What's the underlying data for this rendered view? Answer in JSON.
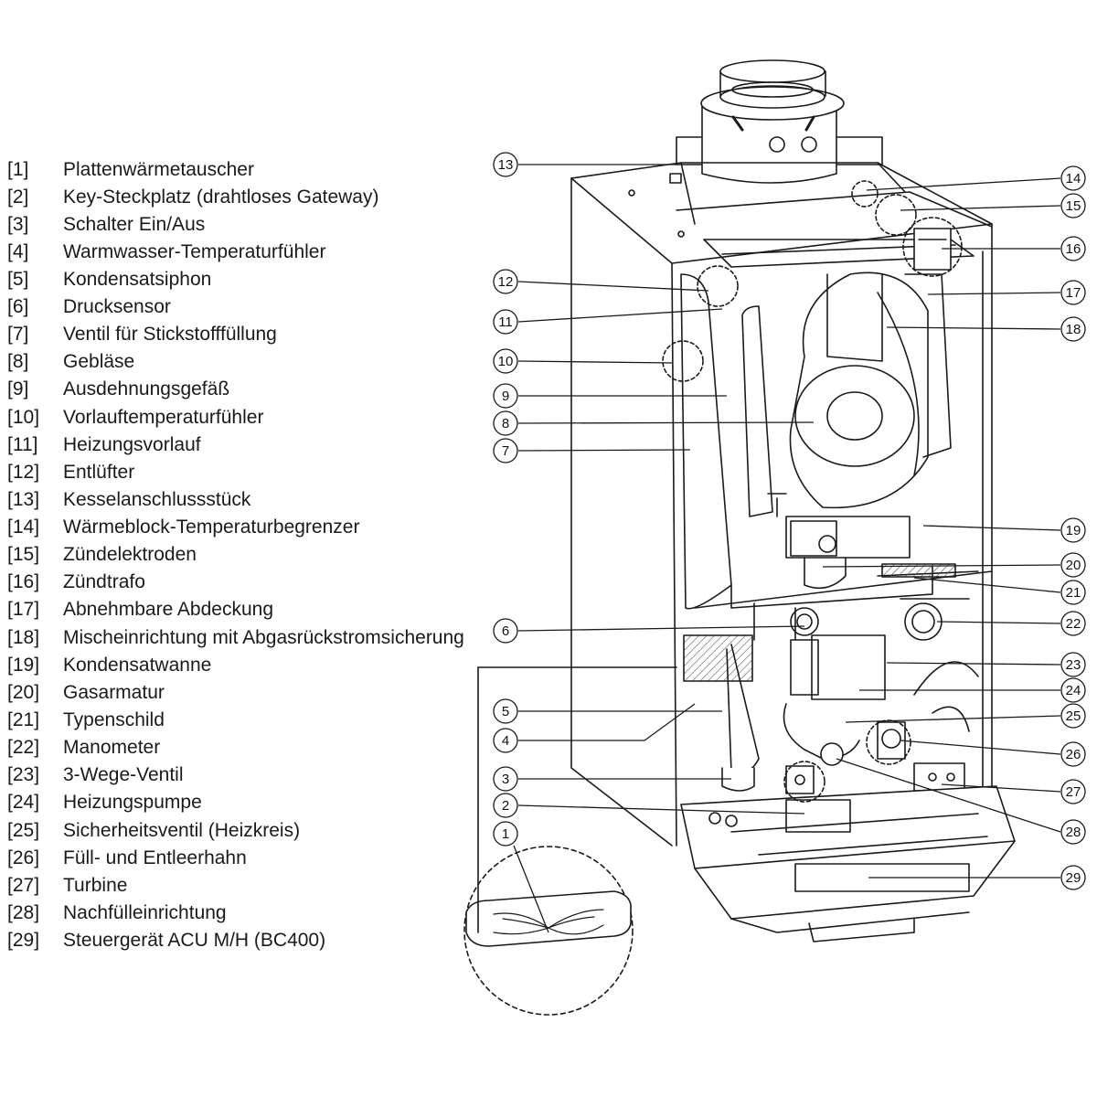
{
  "legend": [
    {
      "num": "[1]",
      "text": "Plattenwärmetauscher"
    },
    {
      "num": "[2]",
      "text": "Key-Steckplatz (drahtloses Gateway)"
    },
    {
      "num": "[3]",
      "text": "Schalter Ein/Aus"
    },
    {
      "num": "[4]",
      "text": "Warmwasser-Temperaturfühler"
    },
    {
      "num": "[5]",
      "text": "Kondensatsiphon"
    },
    {
      "num": "[6]",
      "text": "Drucksensor"
    },
    {
      "num": "[7]",
      "text": "Ventil für Stickstofffüllung"
    },
    {
      "num": "[8]",
      "text": "Gebläse"
    },
    {
      "num": "[9]",
      "text": "Ausdehnungsgefäß"
    },
    {
      "num": "[10]",
      "text": "Vorlauftemperaturfühler"
    },
    {
      "num": "[11]",
      "text": "Heizungsvorlauf"
    },
    {
      "num": "[12]",
      "text": "Entlüfter"
    },
    {
      "num": "[13]",
      "text": "Kesselanschlussstück"
    },
    {
      "num": "[14]",
      "text": "Wärmeblock-Temperaturbegrenzer"
    },
    {
      "num": "[15]",
      "text": "Zündelektroden"
    },
    {
      "num": "[16]",
      "text": "Zündtrafo"
    },
    {
      "num": "[17]",
      "text": "Abnehmbare Abdeckung"
    },
    {
      "num": "[18]",
      "text": "Mischeinrichtung mit Abgasrückstromsicherung"
    },
    {
      "num": "[19]",
      "text": "Kondensatwanne"
    },
    {
      "num": "[20]",
      "text": "Gasarmatur"
    },
    {
      "num": "[21]",
      "text": "Typenschild"
    },
    {
      "num": "[22]",
      "text": "Manometer"
    },
    {
      "num": "[23]",
      "text": "3-Wege-Ventil"
    },
    {
      "num": "[24]",
      "text": "Heizungspumpe"
    },
    {
      "num": "[25]",
      "text": "Sicherheitsventil (Heizkreis)"
    },
    {
      "num": "[26]",
      "text": "Füll- und Entleerhahn"
    },
    {
      "num": "[27]",
      "text": "Turbine"
    },
    {
      "num": "[28]",
      "text": "Nachfülleinrichtung"
    },
    {
      "num": "[29]",
      "text": "Steuergerät ACU M/H (BC400)"
    }
  ],
  "callouts": [
    {
      "label": "1"
    },
    {
      "label": "2"
    },
    {
      "label": "3"
    },
    {
      "label": "4"
    },
    {
      "label": "5"
    },
    {
      "label": "6"
    },
    {
      "label": "7"
    },
    {
      "label": "8"
    },
    {
      "label": "9"
    },
    {
      "label": "10"
    },
    {
      "label": "11"
    },
    {
      "label": "12"
    },
    {
      "label": "13"
    },
    {
      "label": "14"
    },
    {
      "label": "15"
    },
    {
      "label": "16"
    },
    {
      "label": "17"
    },
    {
      "label": "18"
    },
    {
      "label": "19"
    },
    {
      "label": "20"
    },
    {
      "label": "21"
    },
    {
      "label": "22"
    },
    {
      "label": "23"
    },
    {
      "label": "24"
    },
    {
      "label": "25"
    },
    {
      "label": "26"
    },
    {
      "label": "27"
    },
    {
      "label": "28"
    },
    {
      "label": "29"
    }
  ],
  "colors": {
    "line": "#1a1a1a",
    "background": "#ffffff",
    "hatch": "#555555"
  }
}
